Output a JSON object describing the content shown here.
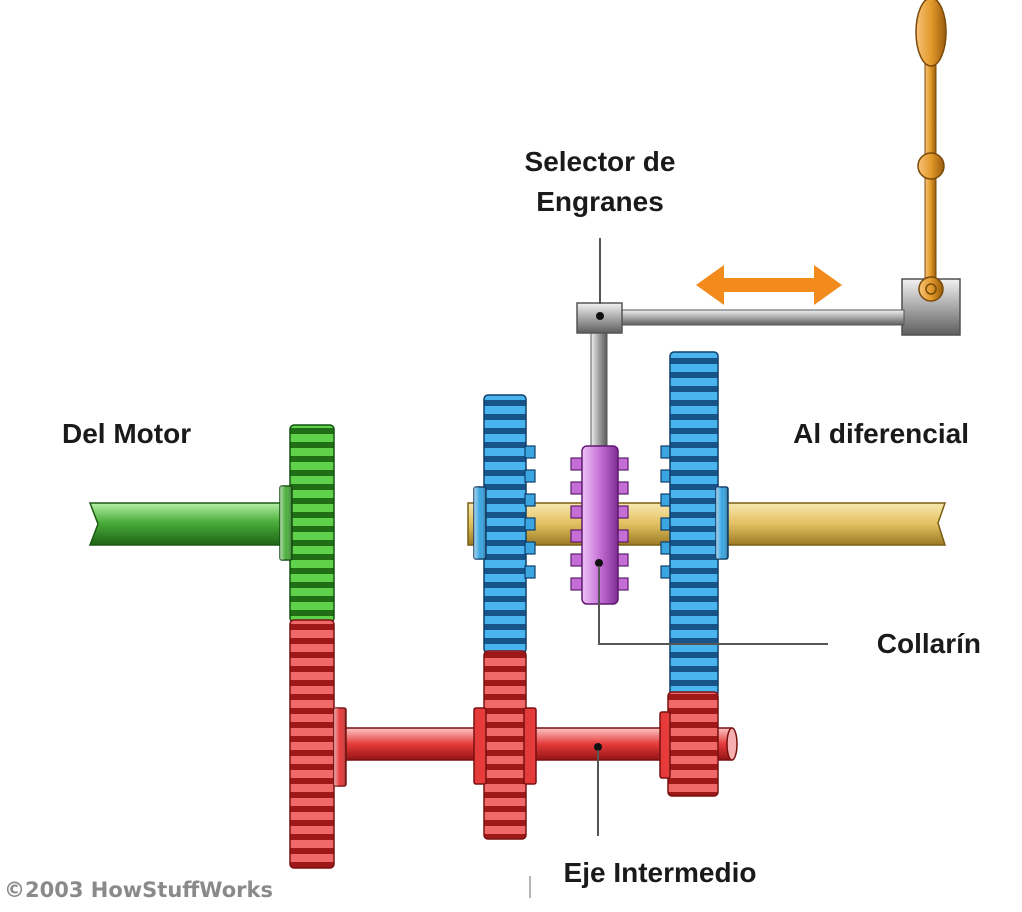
{
  "labels": {
    "selector_line1": "Selector de",
    "selector_line2": "Engranes",
    "del_motor": "Del Motor",
    "al_diferencial": "Al diferencial",
    "collarin": "Collarín",
    "eje_intermedio": "Eje Intermedio",
    "copyright": "©2003 HowStuffWorks"
  },
  "colors": {
    "input_shaft": "#4cae3c",
    "input_gear": "#4cbf3c",
    "layshaft": "#e63b3b",
    "output_shaft": "#e8c56a",
    "blue_gear": "#3aa5e0",
    "collar": "#c56fd6",
    "lever": "#e29a2a",
    "selector_rod": "#8e8e8e",
    "arrow": "#f28a1c"
  },
  "icons": {
    "direction": "double-arrow-icon"
  }
}
